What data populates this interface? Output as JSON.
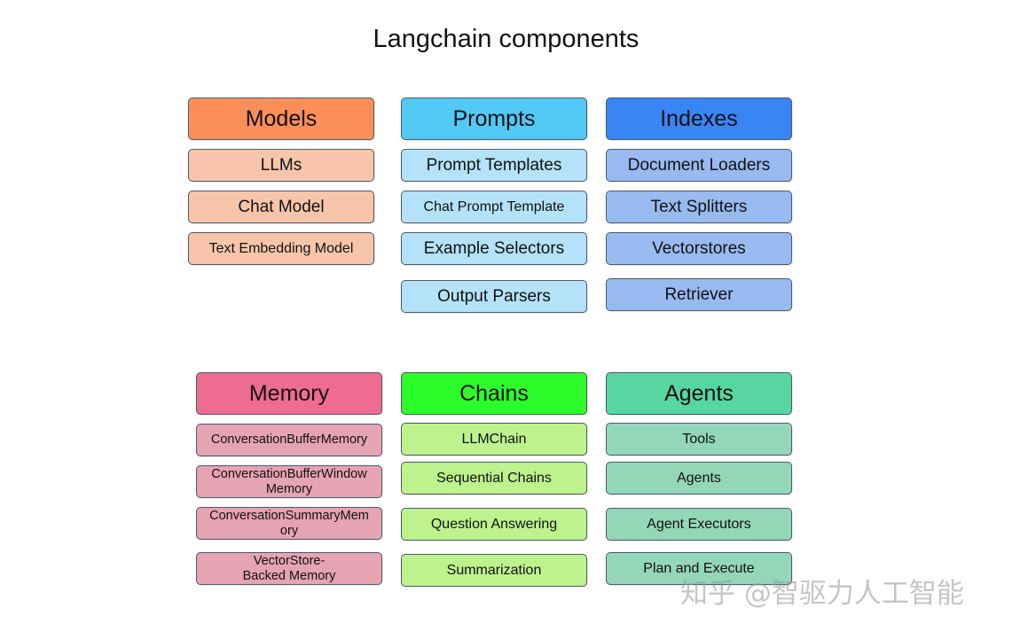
{
  "title": "Langchain components",
  "groups": {
    "models": {
      "header": "Models",
      "items": [
        "LLMs",
        "Chat Model",
        "Text Embedding Model"
      ],
      "header_color": "#fc8e5a",
      "item_color": "#f8c5ab"
    },
    "prompts": {
      "header": "Prompts",
      "items": [
        "Prompt Templates",
        "Chat Prompt Template",
        "Example Selectors",
        "Output Parsers"
      ],
      "header_color": "#52c8f5",
      "item_color": "#b4e2f8"
    },
    "indexes": {
      "header": "Indexes",
      "items": [
        "Document Loaders",
        "Text Splitters",
        "Vectorstores",
        "Retriever"
      ],
      "header_color": "#3a85f5",
      "item_color": "#99baf0"
    },
    "memory": {
      "header": "Memory",
      "items": [
        "ConversationBufferMemory",
        "ConversationBufferWindow Memory",
        "ConversationSummaryMem ory",
        "VectorStore-Backed Memory"
      ],
      "header_color": "#ee6c91",
      "item_color": "#e6a3b4"
    },
    "chains": {
      "header": "Chains",
      "items": [
        "LLMChain",
        "Sequential Chains",
        "Question Answering",
        "Summarization"
      ],
      "header_color": "#2cfc2a",
      "item_color": "#bdf28d"
    },
    "agents": {
      "header": "Agents",
      "items": [
        "Tools",
        "Agents",
        "Agent Executors",
        "Plan and Execute"
      ],
      "header_color": "#57d6a1",
      "item_color": "#94d6b8"
    }
  },
  "watermark": "知乎 @智驱力人工智能"
}
